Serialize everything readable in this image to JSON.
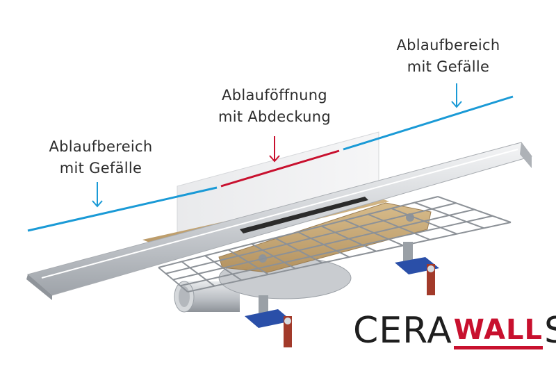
{
  "labels": {
    "left": {
      "line1": "Ablaufbereich",
      "line2": "mit Gefälle"
    },
    "center": {
      "line1": "Ablauföffnung",
      "line2": "mit Abdeckung"
    },
    "right": {
      "line1": "Ablaufbereich",
      "line2": "mit Gefälle"
    }
  },
  "logo": {
    "prefix": "CERA",
    "highlight": "WALL",
    "suffix": "S"
  },
  "colors": {
    "drain_area_line": "#1a9ad6",
    "drain_opening_line": "#c8102e",
    "brand_red": "#c8102e",
    "insulation": "#c9a874",
    "steel": "#d8dadd",
    "bracket_blue": "#2a4fa8"
  },
  "icons": [
    "arrow-down-icon"
  ]
}
